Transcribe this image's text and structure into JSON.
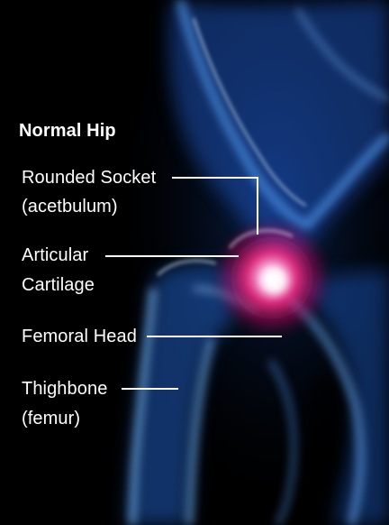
{
  "diagram": {
    "title": "Normal Hip",
    "labels": {
      "socket_line1": "Rounded Socket",
      "socket_line2": "(acetbulum)",
      "cartilage_line1": "Articular",
      "cartilage_line2": "Cartilage",
      "femoral_head": "Femoral Head",
      "thighbone_line1": "Thighbone",
      "thighbone_line2": "(femur)"
    }
  },
  "colors": {
    "background": "#000000",
    "bone_glow": "#3f8fff",
    "joint_highlight": "#ff2d8a",
    "label_text": "#ffffff"
  }
}
